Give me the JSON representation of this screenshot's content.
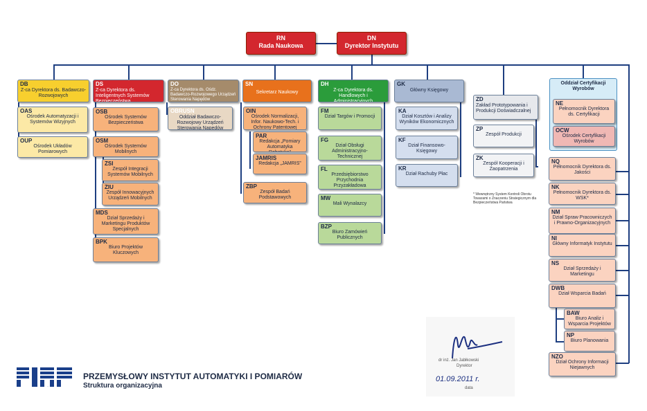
{
  "top": {
    "rn": {
      "code": "RN",
      "name": "Rada Naukowa"
    },
    "dn": {
      "code": "DN",
      "name": "Dyrektor Instytutu"
    }
  },
  "units": {
    "db": {
      "code": "DB",
      "name": "Z-ca Dyrektora ds. Badawczo-Rozwojowych"
    },
    "oas": {
      "code": "OAS",
      "name": "Ośrodek Automatyzacji i Systemów Wizyjnych"
    },
    "oup": {
      "code": "OUP",
      "name": "Ośrodek Układów Pomiarowych"
    },
    "ds": {
      "code": "DS",
      "name": "Z-ca Dyrektora ds. Inteligentnych Systemów Bezpieczeństwa"
    },
    "osb": {
      "code": "OSB",
      "name": "Ośrodek Systemów Bezpieczeństwa"
    },
    "osm": {
      "code": "OSM",
      "name": "Ośrodek Systemów Mobilnych"
    },
    "zsi": {
      "code": "ZSI",
      "name": "Zespół Integracji Systemów Mobilnych"
    },
    "ziu": {
      "code": "ZIU",
      "name": "Zespół Innowacyjnych Urządzeń Mobilnych"
    },
    "mds": {
      "code": "MDS",
      "name": "Dział Sprzedaży i Marketingu Produktów Specjalnych"
    },
    "bpk": {
      "code": "BPK",
      "name": "Biuro Projektów Kluczowych"
    },
    "do": {
      "code": "DO",
      "name": "Z-ca Dyrektora ds. Ośdz. Badawczo-Rozwojowego Urządzeń Sterowania Napędów"
    },
    "obrusn": {
      "code": "OBRUSN",
      "name": "Oddział Badawczo-Rozwojowy Urządzeń Sterowania Napędów"
    },
    "sn": {
      "code": "SN",
      "name": "Sekretarz Naukowy"
    },
    "oin": {
      "code": "OIN",
      "name": "Ośrodek Normalizacji, Infor. Naukowo-Tech. i Ochrony Patentowej"
    },
    "par": {
      "code": "PAR",
      "name": "Redakcja „Pomiary Automatyka Robotyka”"
    },
    "jamris": {
      "code": "JAMRIS",
      "name": "Redakcja „JAMRIS”"
    },
    "zbp": {
      "code": "ZBP",
      "name": "Zespół Badań Podstawowych"
    },
    "dh": {
      "code": "DH",
      "name": "Z-ca Dyrektora ds. Handlowych i Administracyjnych"
    },
    "fm": {
      "code": "FM",
      "name": "Dział Targów i Promocji"
    },
    "fg": {
      "code": "FG",
      "name": "Dział Obsługi Administracyjno-Technicznej"
    },
    "fl": {
      "code": "FL",
      "name": "Przedsiębiorstwo Przychodnia Przyzakładowa"
    },
    "mw": {
      "code": "MW",
      "name": "Mali Wynalazcy"
    },
    "bzp": {
      "code": "BZP",
      "name": "Biuro Zamówień Publicznych"
    },
    "gk": {
      "code": "GK",
      "name": "Główny Księgowy"
    },
    "ka": {
      "code": "KA",
      "name": "Dział Kosztów i Analizy Wyników Ekonomicznych"
    },
    "kf": {
      "code": "KF",
      "name": "Dział Finansowo-Księgowy"
    },
    "kr": {
      "code": "KR",
      "name": "Dział Rachuby Płac"
    },
    "zd": {
      "code": "ZD",
      "name": "Zakład Prototypowania i Produkcji Doświadczalnej"
    },
    "zp": {
      "code": "ZP",
      "name": "Zespół Produkcji"
    },
    "zk": {
      "code": "ZK",
      "name": "Zespół Kooperacji i Zaopatrzenia"
    },
    "ocert": {
      "name": "Oddział Certyfikacji Wyrobów"
    },
    "ne": {
      "code": "NE",
      "name": "Pełnomocnik Dyrektora ds. Certyfikacji"
    },
    "ocw": {
      "code": "OCW",
      "name": "Ośrodek Certyfikacji Wyrobów"
    },
    "nq": {
      "code": "NQ",
      "name": "Pełnomocnik Dyrektora ds. Jakości"
    },
    "nk": {
      "code": "NK",
      "name": "Pełnomocnik Dyrektora ds. WSK*"
    },
    "nm": {
      "code": "NM",
      "name": "Dział Spraw Pracowniczych i Prawno-Organizacyjnych"
    },
    "ni": {
      "code": "NI",
      "name": "Główny Informatyk Instytutu"
    },
    "ns": {
      "code": "NS",
      "name": "Dział Sprzedaży i Marketingu"
    },
    "dwb": {
      "code": "DWB",
      "name": "Dział Wsparcia Badań"
    },
    "baw": {
      "code": "BAW",
      "name": "Biuro Analiz i Wsparcia Projektów"
    },
    "np": {
      "code": "NP",
      "name": "Biuro Planowania"
    },
    "nzo": {
      "code": "NZO",
      "name": "Dział Ochrony Informacji Niejawnych"
    }
  },
  "footnote": "* Wewnętrzny System Kontroli Obrotu Towarami o Znaczeniu Strategicznym dla Bezpieczeństwa Państwa",
  "logo": "PIAP",
  "institute_name": "PRZEMYSŁOWY INSTYTUT AUTOMATYKI I POMIARÓW",
  "subtitle": "Struktura organizacyjna",
  "signature": {
    "name": "dr inż. Jan Jabłkowski",
    "role": "Dyrektor",
    "date": "01.09.2011 r.",
    "date_label": "data"
  }
}
